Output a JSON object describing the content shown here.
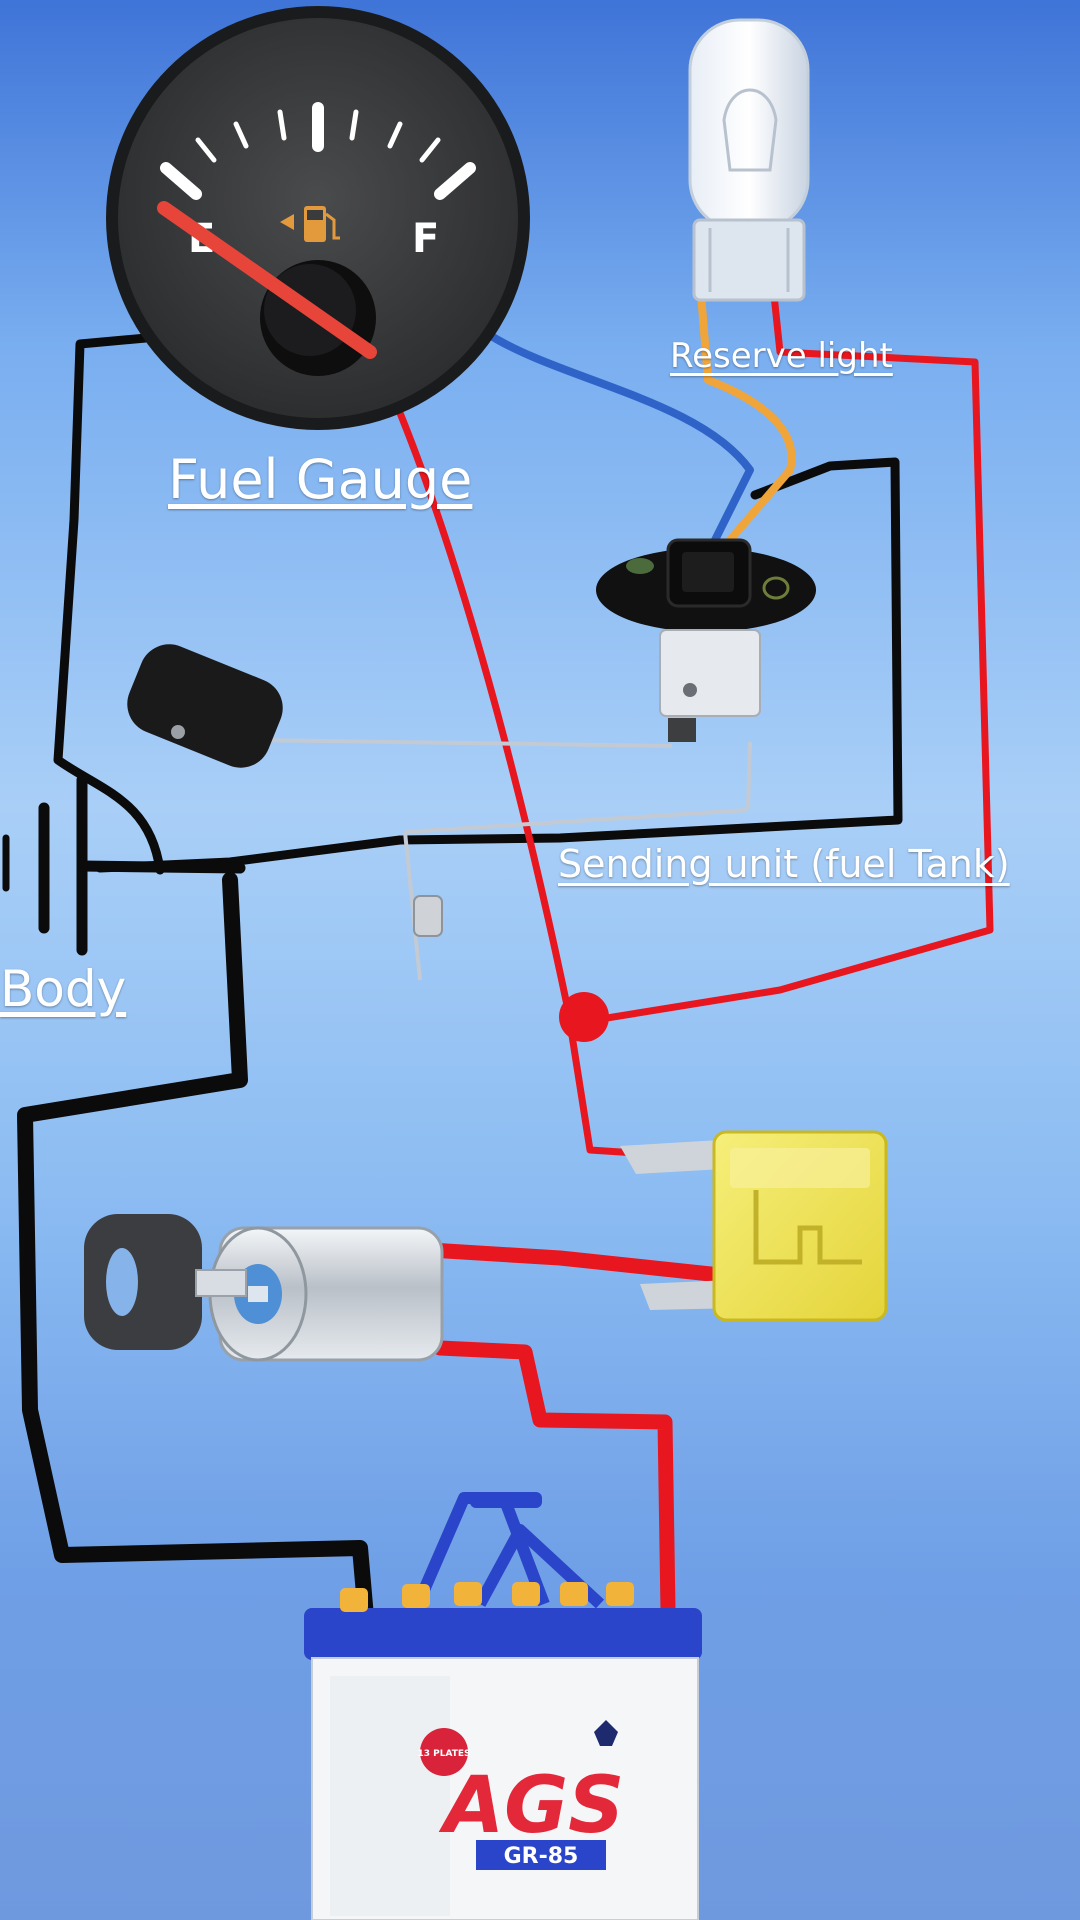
{
  "labels": {
    "fuel_gauge": "Fuel Gauge",
    "reserve_light": "Reserve light",
    "sending_unit": "Sending unit (fuel Tank)",
    "body": "Body"
  },
  "gauge": {
    "empty_mark": "E",
    "full_mark": "F"
  },
  "battery": {
    "brand": "AGS",
    "model": "GR-85",
    "badge": "13 PLATES"
  },
  "colors": {
    "wire_red": "#e8161e",
    "wire_black": "#0b0b0b",
    "wire_blue": "#2f63c8",
    "wire_orange": "#f0a53a",
    "fuse_yellow": "#f2e64a",
    "battery_top": "#2a45c9"
  },
  "icons": [
    "fuel-pump-icon",
    "key-icon",
    "bulb-icon",
    "float-icon",
    "junction-dot"
  ]
}
